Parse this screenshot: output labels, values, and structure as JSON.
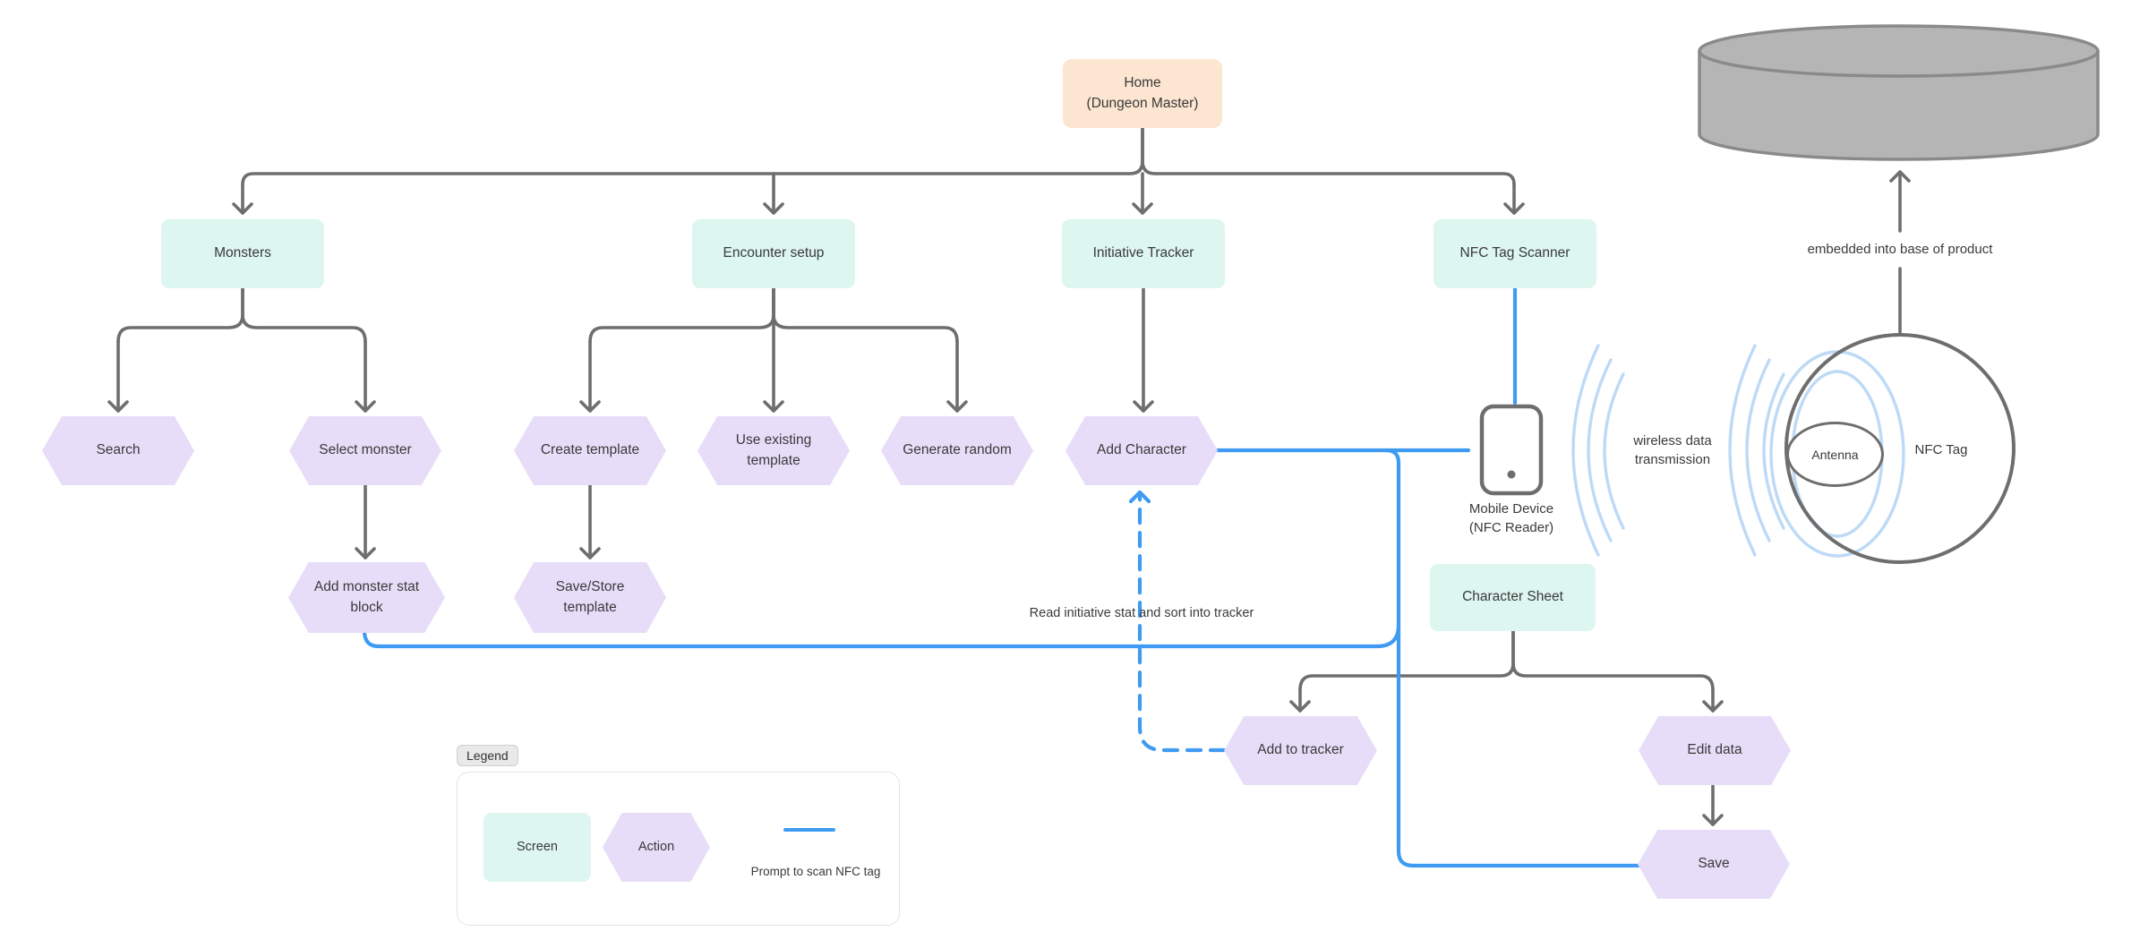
{
  "nodes": {
    "home": "Home\n(Dungeon Master)",
    "monsters": "Monsters",
    "encounter_setup": "Encounter setup",
    "initiative_tracker": "Initiative Tracker",
    "nfc_tag_scanner": "NFC Tag Scanner",
    "character_sheet": "Character Sheet",
    "search": "Search",
    "select_monster": "Select monster",
    "create_template": "Create template",
    "use_existing_template": "Use existing\ntemplate",
    "generate_random": "Generate random",
    "add_character": "Add Character",
    "add_monster_stat_block": "Add monster stat\nblock",
    "save_store_template": "Save/Store\ntemplate",
    "add_to_tracker": "Add to tracker",
    "edit_data": "Edit data",
    "save": "Save"
  },
  "annotations": {
    "mobile_device": "Mobile Device\n(NFC Reader)",
    "wireless": "wireless data\ntransmission",
    "nfc_tag": "NFC Tag",
    "antenna": "Antenna",
    "embedded": "embedded into base of product",
    "read_initiative": "Read initiative stat and sort into tracker"
  },
  "legend": {
    "title": "Legend",
    "screen_label": "Screen",
    "action_label": "Action",
    "line_label": "Prompt to scan NFC tag"
  },
  "icons": {
    "phone": "mobile-phone-icon",
    "cylinder": "product-disc-icon",
    "waves": "nfc-waves-icon",
    "tag_coil": "nfc-tag-coil-icon"
  },
  "colors": {
    "screen": "#ddf6f0",
    "action": "#e7ddf9",
    "home": "#fce5d1",
    "blue": "#3f9bf2",
    "pale_blue": "#bcdaf6",
    "connector": "#6e6e6e",
    "cylinder": "#b5b5b5"
  }
}
